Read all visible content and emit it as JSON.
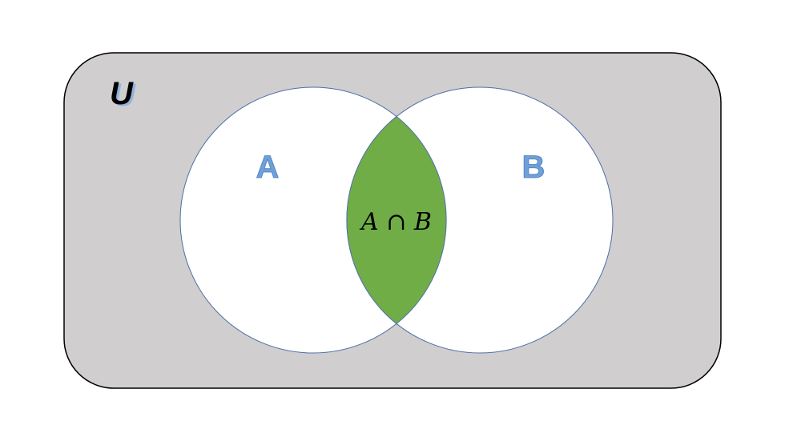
{
  "diagram": {
    "universe_label": "U",
    "set_a_label": "A",
    "set_b_label": "B",
    "intersection_label": "A ∩ B",
    "colors": {
      "universe_fill": "#d0cece",
      "universe_stroke": "#000000",
      "circle_fill": "#ffffff",
      "circle_stroke": "#4f6fa8",
      "intersection_fill": "#70ad47",
      "label_fill": "#6fa0d8"
    }
  }
}
